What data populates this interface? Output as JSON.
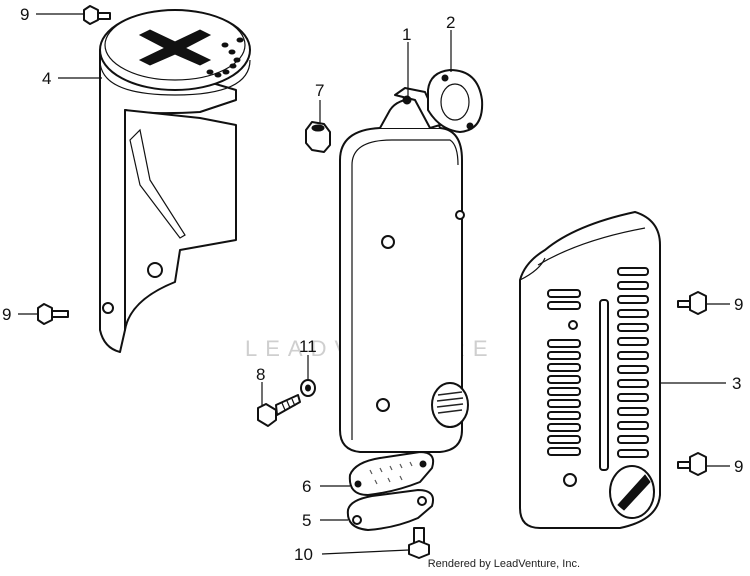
{
  "callouts": {
    "c1": "1",
    "c2": "2",
    "c3": "3",
    "c4": "4",
    "c5": "5",
    "c6": "6",
    "c7": "7",
    "c8": "8",
    "c9a": "9",
    "c9b": "9",
    "c9c": "9",
    "c9d": "9",
    "c10": "10",
    "c11": "11"
  },
  "watermark": "LEADVENTURE",
  "credit": "Rendered by LeadVenture, Inc."
}
